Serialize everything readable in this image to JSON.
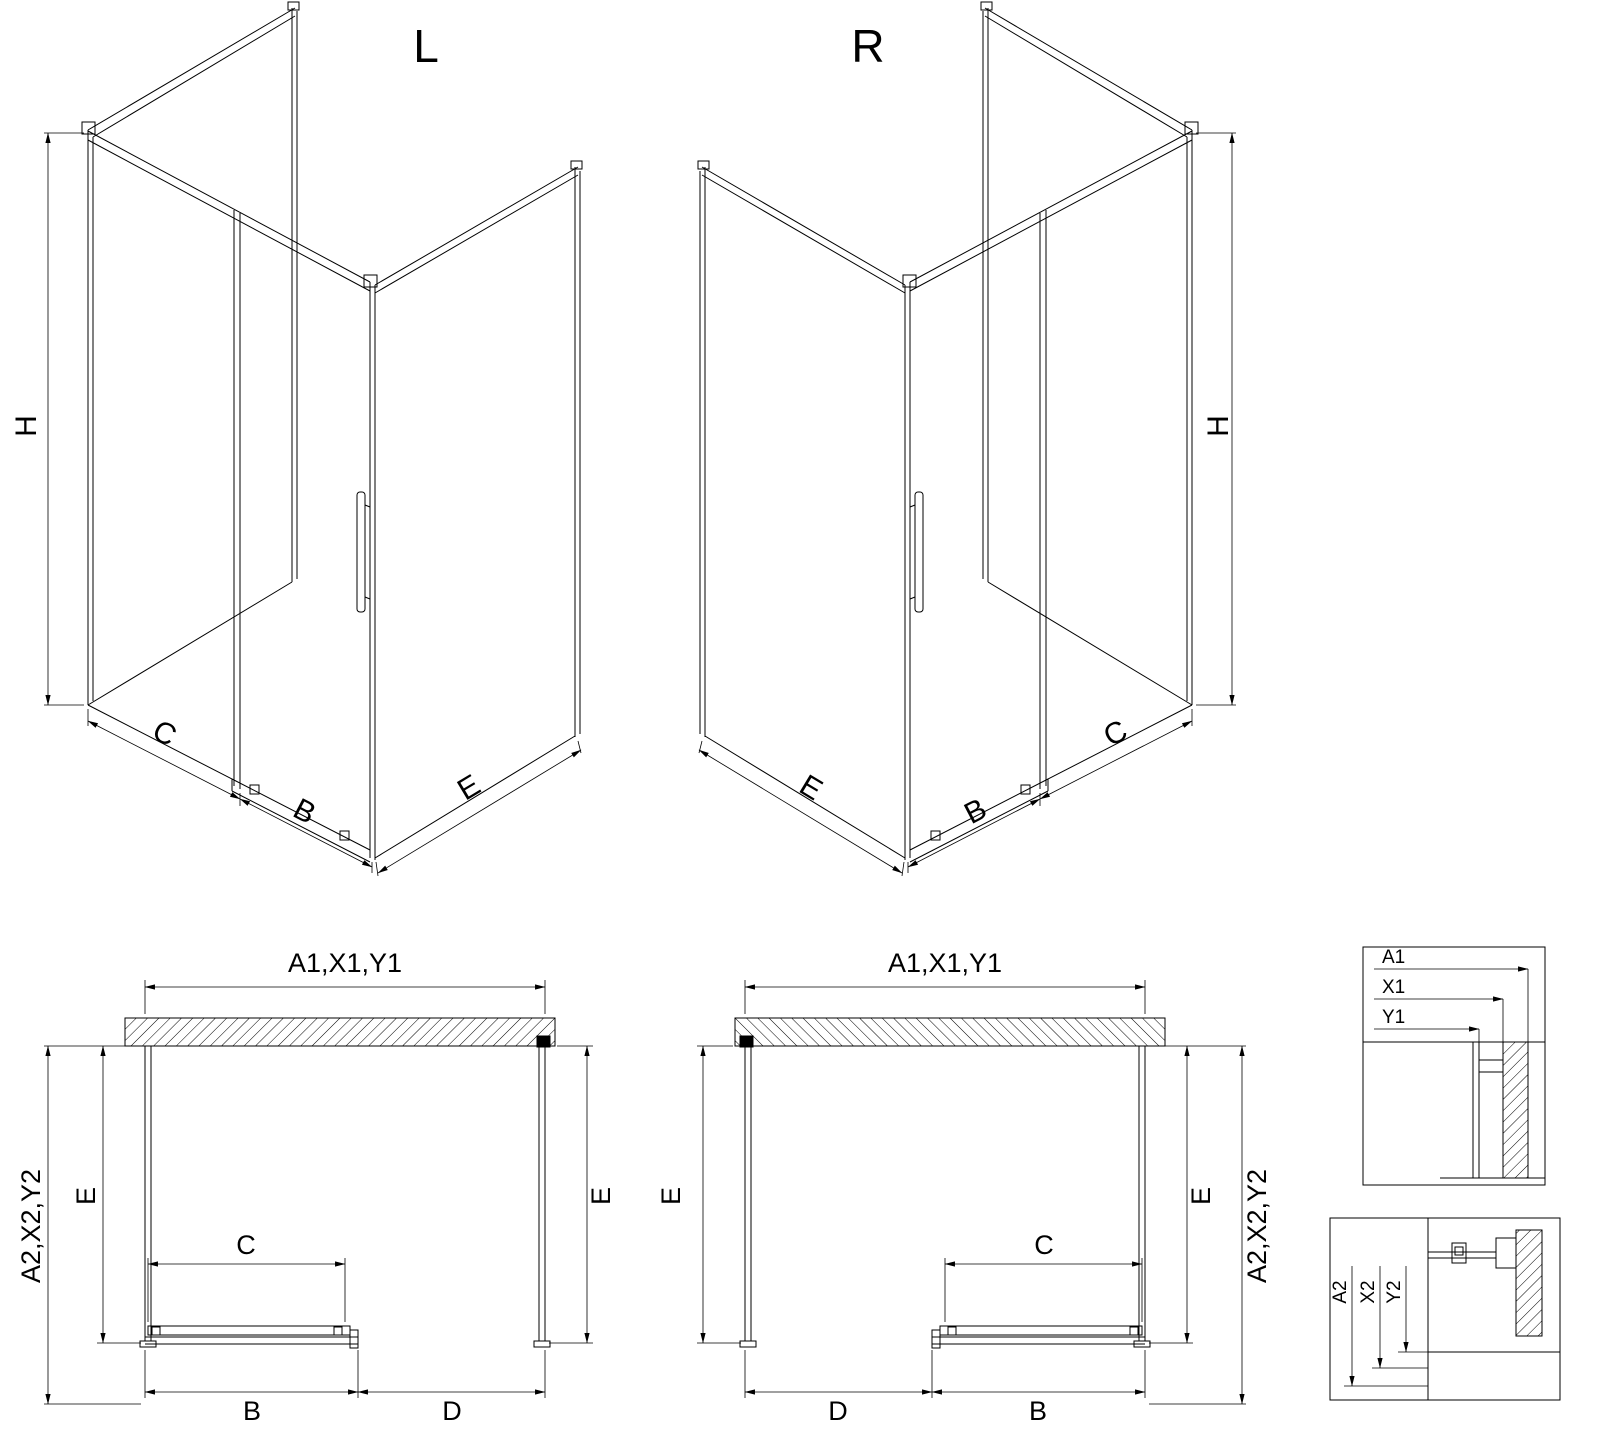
{
  "titles": {
    "left_variant": "L",
    "right_variant": "R"
  },
  "dimensions": {
    "height": "H",
    "door_panel": "C",
    "door_width": "B",
    "side_depth": "E",
    "opening": "D",
    "width_top": "A1,X1,Y1",
    "depth_side": "A2,X2,Y2"
  },
  "detail_top": {
    "a1": "A1",
    "x1": "X1",
    "y1": "Y1"
  },
  "detail_bottom": {
    "a2": "A2",
    "x2": "X2",
    "y2": "Y2"
  },
  "colors": {
    "line": "#000000",
    "background": "#ffffff"
  }
}
